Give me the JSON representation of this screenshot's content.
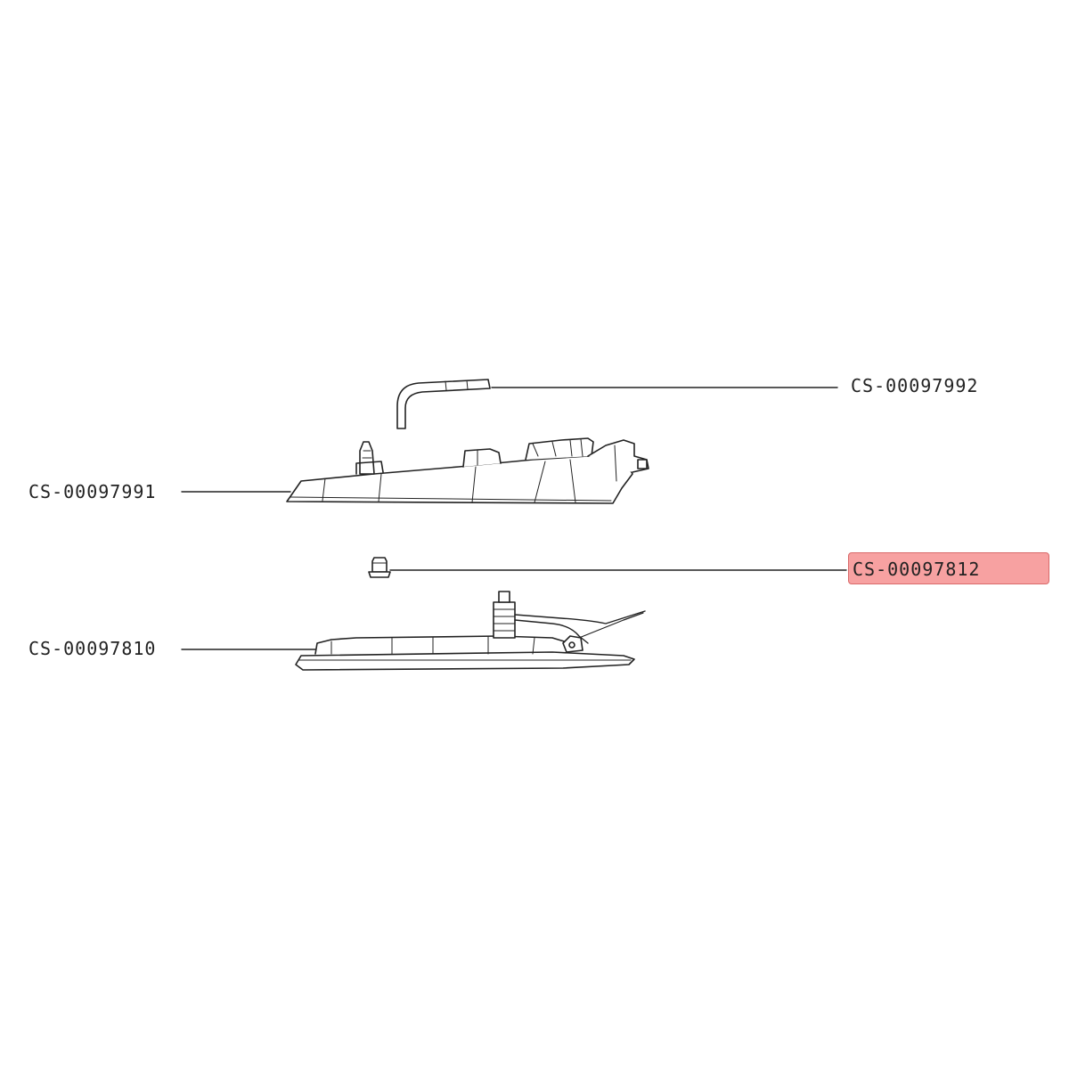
{
  "parts": [
    {
      "id": "pipe",
      "label": "CS-00097992",
      "highlighted": false
    },
    {
      "id": "upper_housing",
      "label": "CS-00097991",
      "highlighted": false
    },
    {
      "id": "small_plug",
      "label": "CS-00097812",
      "highlighted": true
    },
    {
      "id": "soleplate",
      "label": "CS-00097810",
      "highlighted": false
    }
  ],
  "colors": {
    "line": "#222222",
    "highlight_fill": "#f7a1a1",
    "highlight_border": "#d96a6a"
  }
}
